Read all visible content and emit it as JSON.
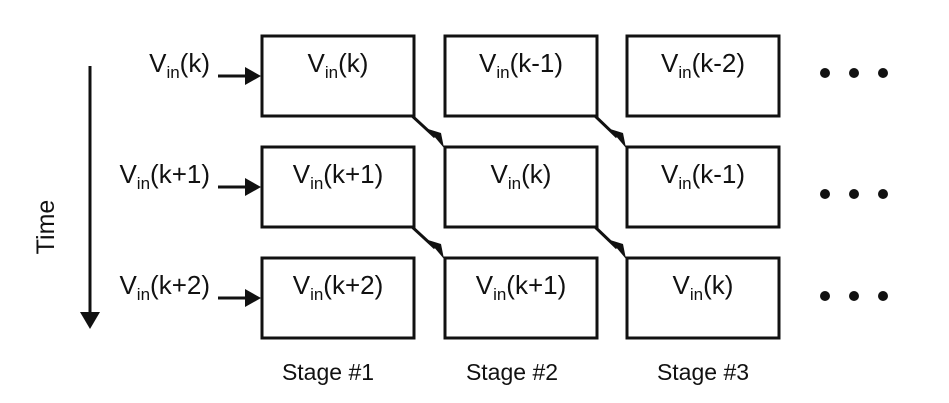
{
  "diagram": {
    "time_label": "Time",
    "subscript": "in",
    "inputs": [
      {
        "prefix": "V",
        "arg": "(k)"
      },
      {
        "prefix": "V",
        "arg": "(k+1)"
      },
      {
        "prefix": "V",
        "arg": "(k+2)"
      }
    ],
    "stages": [
      "Stage #1",
      "Stage #2",
      "Stage #3"
    ],
    "rows": [
      [
        {
          "prefix": "V",
          "arg": "(k)"
        },
        {
          "prefix": "V",
          "arg": "(k-1)"
        },
        {
          "prefix": "V",
          "arg": "(k-2)"
        }
      ],
      [
        {
          "prefix": "V",
          "arg": "(k+1)"
        },
        {
          "prefix": "V",
          "arg": "(k)"
        },
        {
          "prefix": "V",
          "arg": "(k-1)"
        }
      ],
      [
        {
          "prefix": "V",
          "arg": "(k+2)"
        },
        {
          "prefix": "V",
          "arg": "(k+1)"
        },
        {
          "prefix": "V",
          "arg": "(k)"
        }
      ]
    ],
    "continuation_symbol": "• • •",
    "colors": {
      "stroke": "#111111",
      "background": "#ffffff"
    }
  }
}
